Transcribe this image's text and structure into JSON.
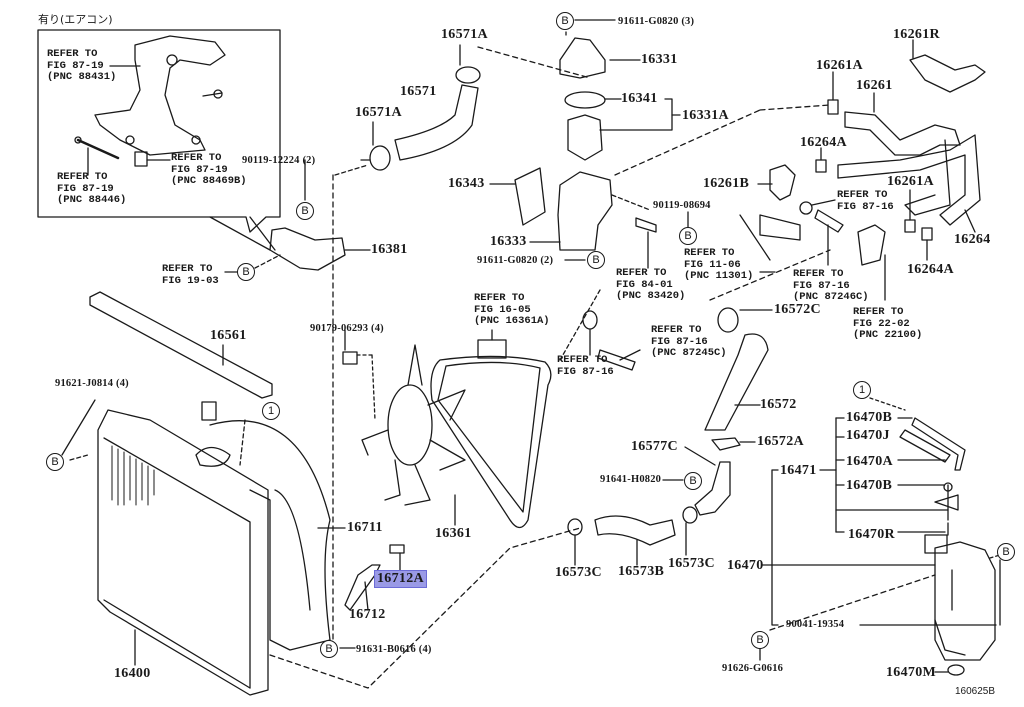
{
  "diagram": {
    "inset_title": "有り(エアコン)",
    "diagram_code": "160625B",
    "highlight_color": "#9a9ae6",
    "highlighted_part": "16712A",
    "circle_markers": {
      "bolt": "B",
      "one": "1"
    },
    "refs": {
      "inset_88431": "REFER TO\nFIG 87-19\n(PNC 88431)",
      "inset_88469b": "REFER TO\nFIG 87-19\n(PNC 88469B)",
      "inset_88446": "REFER TO\nFIG 87-19\n(PNC 88446)",
      "fig_19_03": "REFER TO\nFIG 19-03",
      "fig_16_05": "REFER TO\nFIG 16-05\n(PNC 16361A)",
      "fig_84_01": "REFER TO\nFIG 84-01\n(PNC 83420)",
      "fig_11_06": "REFER TO\nFIG 11-06\n(PNC 11301)",
      "fig_87_16_a": "REFER TO\nFIG 87-16",
      "fig_87_16_b": "REFER TO\nFIG 87-16\n(PNC 87246C)",
      "fig_87_16_c": "REFER TO\nFIG 87-16\n(PNC 87245C)",
      "fig_87_16_d": "REFER TO\nFIG 87-16",
      "fig_22_02": "REFER TO\nFIG 22-02\n(PNC 22100)"
    },
    "parts": {
      "p16571A_top": "16571A",
      "p16571": "16571",
      "p16571A_left": "16571A",
      "p90119_12224": "90119-12224 (2)",
      "p91611_g0820_3": "91611-G0820 (3)",
      "p16331": "16331",
      "p16341": "16341",
      "p16331A": "16331A",
      "p16343": "16343",
      "p16333": "16333",
      "p91611_g0820_2": "91611-G0820 (2)",
      "p90119_08694": "90119-08694",
      "p16261R": "16261R",
      "p16261A_top": "16261A",
      "p16261": "16261",
      "p16264A_top": "16264A",
      "p16261B": "16261B",
      "p16261A_mid": "16261A",
      "p16264": "16264",
      "p16264A_bot": "16264A",
      "p16381": "16381",
      "p16561": "16561",
      "p90179_06293": "90179-06293 (4)",
      "p91621_j0814": "91621-J0814 (4)",
      "p16572C": "16572C",
      "p16572": "16572",
      "p16572A": "16572A",
      "p16577C": "16577C",
      "p91641_h0820": "91641-H0820",
      "p16361": "16361",
      "p16711": "16711",
      "p16712A": "16712A",
      "p16712": "16712",
      "p91631_b0616": "91631-B0616 (4)",
      "p16400": "16400",
      "p16573C_left": "16573C",
      "p16573B": "16573B",
      "p16573C_right": "16573C",
      "p16470B_top": "16470B",
      "p16470J": "16470J",
      "p16470A": "16470A",
      "p16471": "16471",
      "p16470B_mid": "16470B",
      "p16470R": "16470R",
      "p16470": "16470",
      "p90041_19354": "90041-19354",
      "p91626_g0616": "91626-G0616",
      "p16470M": "16470M"
    }
  }
}
